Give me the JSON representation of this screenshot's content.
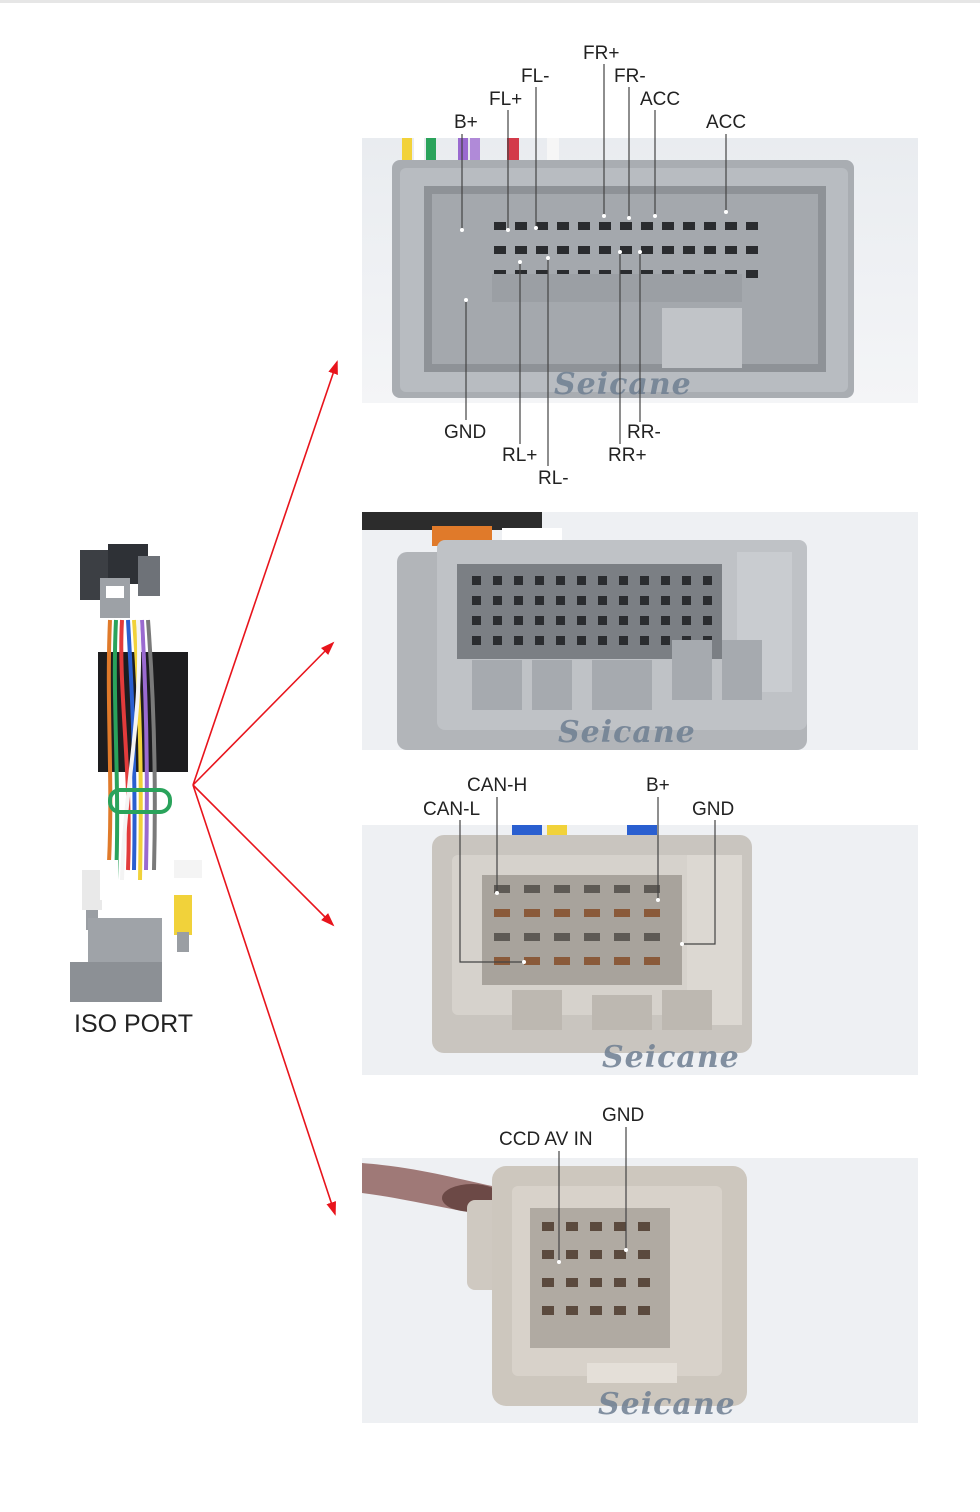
{
  "harness": {
    "label": "ISO PORT"
  },
  "watermark": "Seicane",
  "connectors": [
    {
      "pins": [
        "FR+",
        "FL-",
        "FR-",
        "FL+",
        "ACC",
        "ACC",
        "B+",
        "GND",
        "RR-",
        "RL+",
        "RR+",
        "RL-"
      ]
    },
    {
      "pins": []
    },
    {
      "pins": [
        "CAN-H",
        "B+",
        "CAN-L",
        "GND"
      ]
    },
    {
      "pins": [
        "GND",
        "CCD AV IN"
      ]
    }
  ],
  "colors": {
    "arrow": "#e8141c",
    "housing": "#b9bcc0",
    "background": "#ffffff",
    "leader": "#444444"
  }
}
